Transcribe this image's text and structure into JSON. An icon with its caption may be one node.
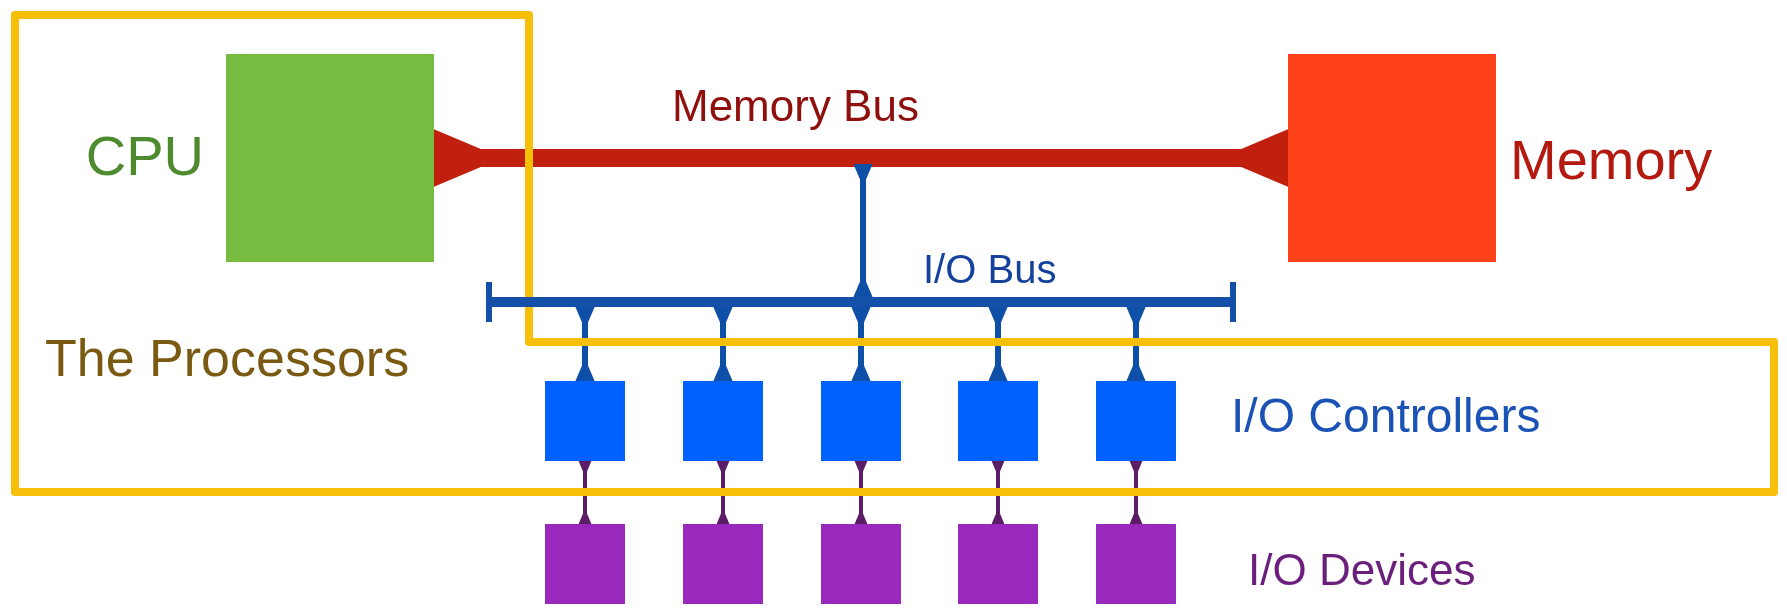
{
  "diagram": {
    "nodes": [
      {
        "text": [
          "The Processors"
        ]
      },
      {
        "text": [
          "CPU"
        ],
        "in": 0
      },
      {
        "text": [
          "Memory"
        ]
      },
      {
        "text": [
          "I/O Bus"
        ]
      },
      {
        "text": [],
        "shape": "box",
        "in": 0
      },
      {
        "text": [],
        "shape": "box",
        "in": 0
      },
      {
        "text": [],
        "shape": "box",
        "in": 0
      },
      {
        "text": [],
        "shape": "box",
        "in": 0
      },
      {
        "text": [],
        "shape": "box",
        "in": 0
      },
      {
        "text": [],
        "shape": "box"
      },
      {
        "text": [],
        "shape": "box"
      },
      {
        "text": [],
        "shape": "box"
      },
      {
        "text": [],
        "shape": "box"
      },
      {
        "text": [],
        "shape": "box"
      }
    ],
    "edges": [
      {
        "from": 1,
        "to": 2,
        "arrow": "other",
        "label": "Memory Bus",
        "style": "thick",
        "color": "#c1200e"
      },
      {
        "from": null,
        "to": 3,
        "arrow": "other"
      },
      {
        "from": 3,
        "to": 4,
        "arrow": "other"
      },
      {
        "from": 3,
        "to": 5,
        "arrow": "other"
      },
      {
        "from": 3,
        "to": 6,
        "arrow": "other"
      },
      {
        "from": 3,
        "to": 7,
        "arrow": "other"
      },
      {
        "from": 3,
        "to": 8,
        "arrow": "other"
      },
      {
        "from": 4,
        "to": 9,
        "arrow": "other",
        "color": "#5a1d66"
      },
      {
        "from": 5,
        "to": 10,
        "arrow": "other",
        "color": "#5a1d66"
      },
      {
        "from": 6,
        "to": 11,
        "arrow": "other",
        "color": "#5a1d66"
      },
      {
        "from": 7,
        "to": 12,
        "arrow": "other",
        "color": "#5a1d66"
      },
      {
        "from": 8,
        "to": 13,
        "arrow": "other",
        "color": "#5a1d66"
      }
    ],
    "labels": [
      "I/O Controllers",
      "I/O Devices"
    ]
  }
}
